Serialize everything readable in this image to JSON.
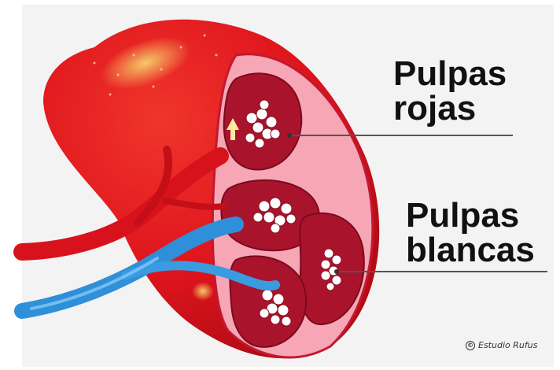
{
  "labels": {
    "red_pulp": "Pulpas\nrojas",
    "white_pulp": "Pulpas\nblancas"
  },
  "credit": {
    "icon": "copyright-icon",
    "text": "Estudio Rufus"
  },
  "colors": {
    "background": "#f3f3f3",
    "spleen_red": "#e0141e",
    "cut_surface": "#f6a6b4",
    "red_pulp": "#a9142c",
    "white_pulp": "#ffffff",
    "vein_blue": "#2f8fd8",
    "artery_red": "#d8121c"
  }
}
